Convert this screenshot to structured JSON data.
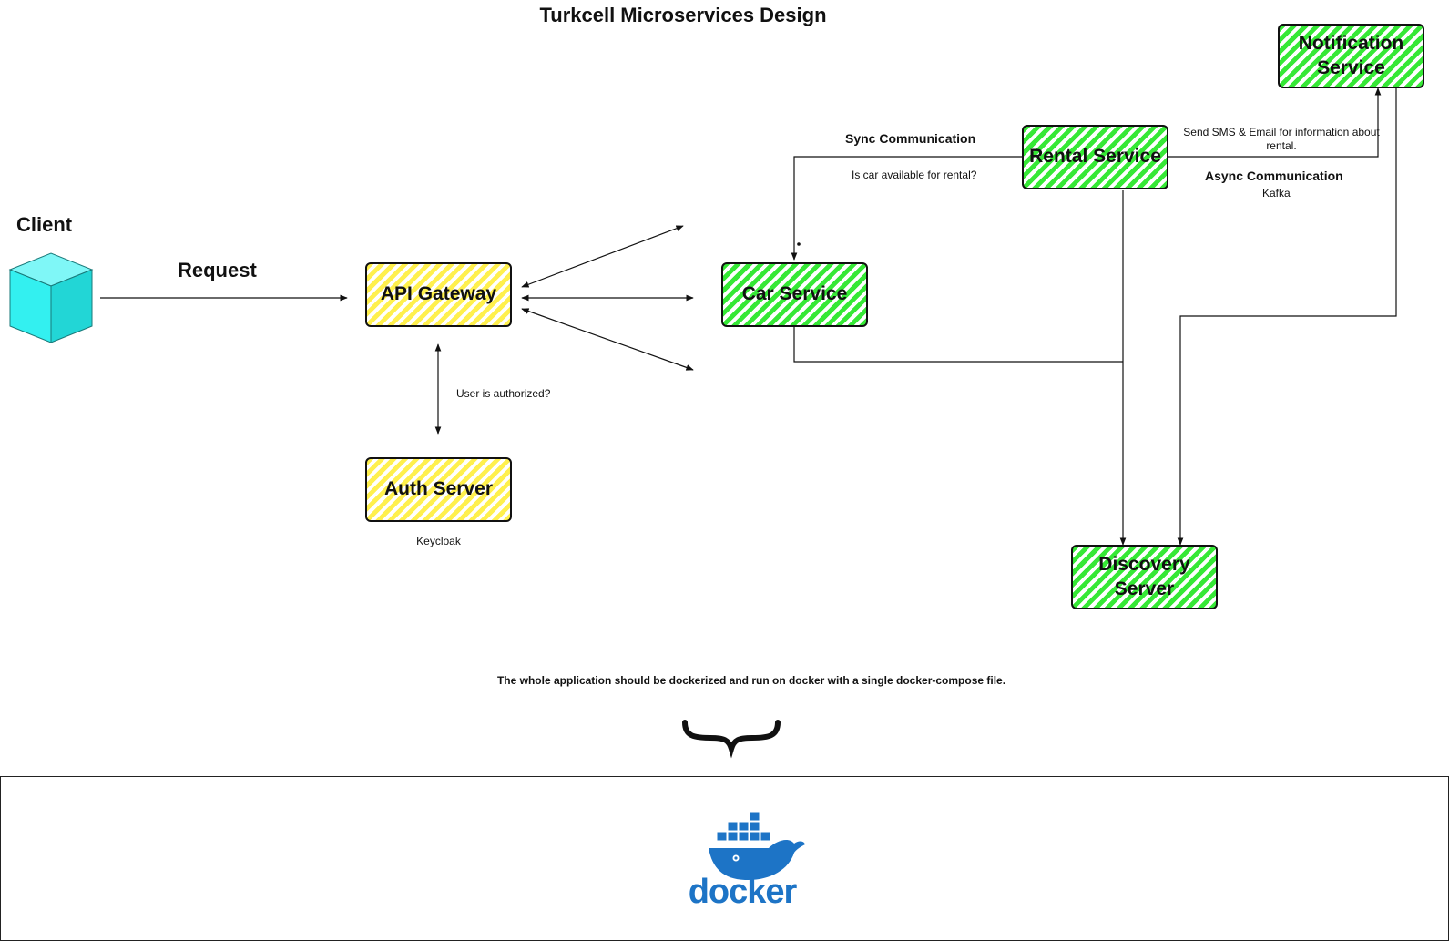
{
  "title": "Turkcell Microservices Design",
  "client": {
    "label": "Client"
  },
  "edges": {
    "request": "Request",
    "user_authorized": "User is authorized?",
    "sync_communication": "Sync Communication",
    "car_available": "Is car available for rental?",
    "send_sms_email": "Send SMS & Email for information about rental.",
    "async_communication": "Async Communication",
    "kafka": "Kafka"
  },
  "nodes": {
    "api_gateway": "API Gateway",
    "auth_server": "Auth Server",
    "auth_server_sub": "Keycloak",
    "car_service": "Car Service",
    "rental_service": "Rental Service",
    "notification_service": "Notification Service",
    "discovery_server": "Discovery Server"
  },
  "footer_note": "The whole application should be dockerized and run on docker with a single docker-compose file.",
  "docker": {
    "wordmark": "docker",
    "icon": "docker-whale-icon"
  },
  "colors": {
    "client_cube": "#33f0f0",
    "yellow_nodes": "#fff04d",
    "green_nodes": "#36e836",
    "docker_blue": "#1d74c6"
  }
}
